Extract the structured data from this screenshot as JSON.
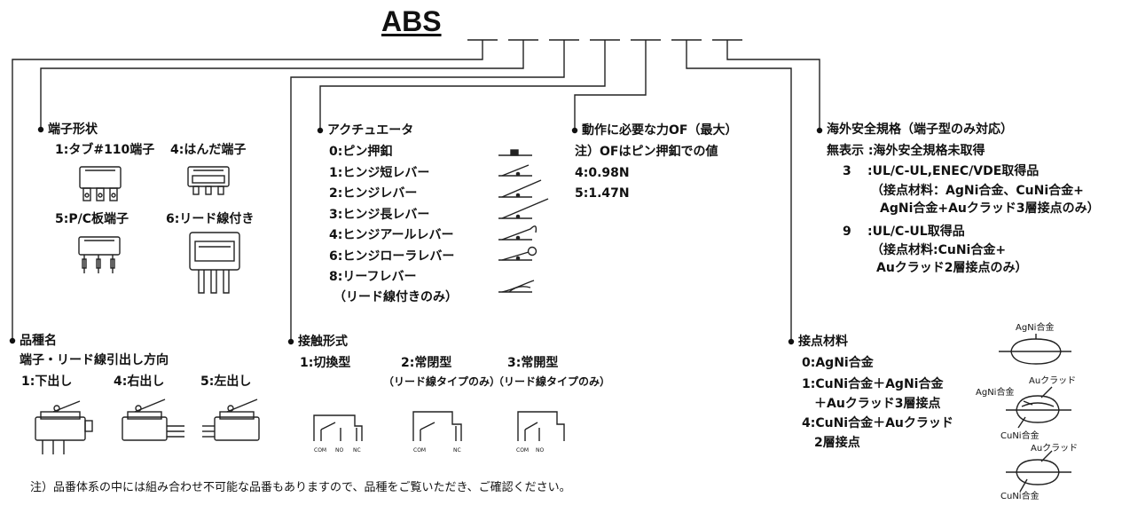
{
  "title": "ABS",
  "terminal_shape": {
    "heading": "端子形状",
    "opt1": "1:タブ#110端子",
    "opt4": "4:はんだ端子",
    "opt5": "5:P/C板端子",
    "opt6": "6:リード線付き"
  },
  "actuator": {
    "heading": "アクチュエータ",
    "items": [
      "0:ピン押釦",
      "1:ヒンジ短レバー",
      "2:ヒンジレバー",
      "3:ヒンジ長レバー",
      "4:ヒンジアールレバー",
      "6:ヒンジローラレバー",
      "8:リーフレバー",
      "（リード線付きのみ）"
    ]
  },
  "operating_force": {
    "heading": "動作に必要な力OF（最大）",
    "note": "注）OFはピン押釦での値",
    "opt4": "4:0.98N",
    "opt5": "5:1.47N"
  },
  "safety": {
    "heading": "海外安全規格（端子型のみ対応）",
    "none": "無表示 :海外安全規格未取得",
    "c3_code": "3",
    "c3_text": ":UL/C-UL,ENEC/VDE取得品",
    "c3_l2": "（接点材料：AgNi合金、CuNi合金+",
    "c3_l3": "AgNi合金+Auクラッド3層接点のみ）",
    "c9_code": "9",
    "c9_text": ":UL/C-UL取得品",
    "c9_l2": "（接点材料:CuNi合金+",
    "c9_l3": "Auクラッド2層接点のみ）"
  },
  "variety": {
    "heading": "品種名",
    "subheading": "端子・リード線引出し方向",
    "opt1": "1:下出し",
    "opt4": "4:右出し",
    "opt5": "5:左出し"
  },
  "contact_form": {
    "heading": "接触形式",
    "opt1": "1:切換型",
    "opt2": "2:常閉型",
    "opt2_note": "（リード線タイプのみ）",
    "opt3": "3:常開型",
    "opt3_note": "（リード線タイプのみ）",
    "com": "COM",
    "no": "NO",
    "nc": "NC"
  },
  "contact_material": {
    "heading": "接点材料",
    "opt0": "0:AgNi合金",
    "opt1_l1": "1:CuNi合金＋AgNi合金",
    "opt1_l2": "＋Auクラッド3層接点",
    "opt4_l1": "4:CuNi合金＋Auクラッド",
    "opt4_l2": "2層接点",
    "label_agni": "AgNi合金",
    "label_au": "Auクラッド",
    "label_cuni": "CuNi合金"
  },
  "footnote": "注）品番体系の中には組み合わせ不可能な品番もありますので、品種をご覧いただき、ご確認ください。"
}
